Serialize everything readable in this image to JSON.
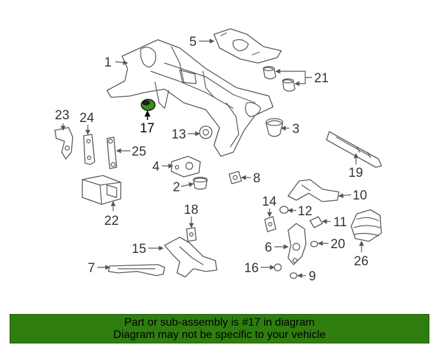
{
  "diagram": {
    "highlighted_part": "17",
    "highlight_color": "#2f7d0f",
    "callouts": {
      "c1": "1",
      "c2": "2",
      "c3": "3",
      "c4": "4",
      "c5": "5",
      "c6": "6",
      "c7": "7",
      "c8": "8",
      "c9": "9",
      "c10": "10",
      "c11": "11",
      "c12": "12",
      "c13": "13",
      "c14": "14",
      "c15": "15",
      "c16": "16",
      "c17": "17",
      "c18": "18",
      "c19": "19",
      "c20": "20",
      "c21": "21",
      "c22": "22",
      "c23": "23",
      "c24": "24",
      "c25": "25",
      "c26": "26"
    }
  },
  "banner": {
    "line1": "Part or sub-assembly is #17 in diagram",
    "line2": "Diagram may not be specific to your vehicle",
    "background": "#2f7d0f"
  }
}
